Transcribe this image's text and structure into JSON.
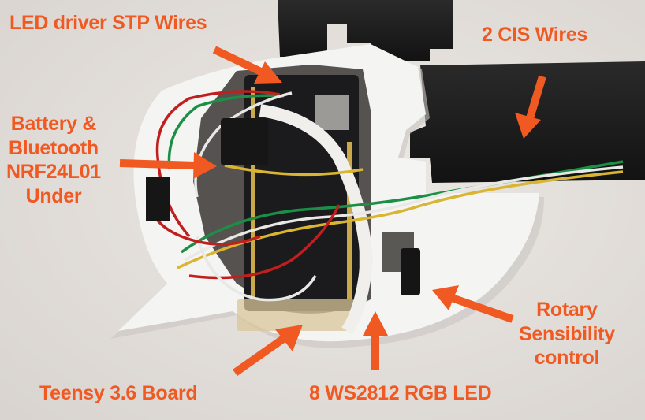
{
  "annotations": {
    "led_driver": "LED driver STP Wires",
    "cis_wires": "2 CIS Wires",
    "battery": [
      "Battery &",
      "Bluetooth",
      "NRF24L01",
      "Under"
    ],
    "rotary": [
      "Rotary",
      "Sensibility",
      "control"
    ],
    "teensy": "Teensy 3.6 Board",
    "ws2812": "8 WS2812 RGB LED"
  },
  "colors": {
    "annotation": "#f05a22",
    "wall": "#e7e3df",
    "pcb": "#1b1b1d",
    "housing": "#f4f4f2"
  }
}
